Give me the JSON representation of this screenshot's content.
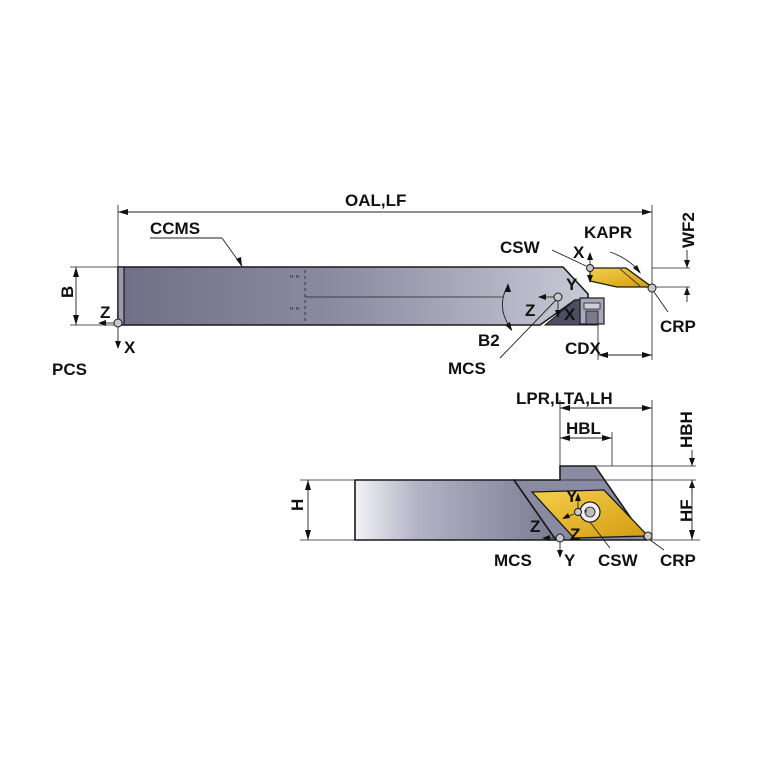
{
  "colors": {
    "shank_dark": "#6f6f87",
    "shank_light": "#d2d2de",
    "insert_gold": "#e5b020",
    "insert_dark": "#b8860b",
    "line": "#222222"
  },
  "top_view": {
    "oal_lf": "OAL,LF",
    "ccms": "CCMS",
    "csw": "CSW",
    "kapr": "KAPR",
    "wf2": "WF2",
    "b": "B",
    "z": "Z",
    "x": "X",
    "pcs": "PCS",
    "y": "Y",
    "mcs_z": "Z",
    "mcs_x": "X",
    "crp": "CRP",
    "b2": "B2",
    "mcs": "MCS",
    "cdx": "CDX",
    "csw_x": "X"
  },
  "side_view": {
    "lpr_lta_lh": "LPR,LTA,LH",
    "hbl": "HBL",
    "hbh": "HBH",
    "h": "H",
    "hf": "HF",
    "y": "Y",
    "z_left": "Z",
    "z_right": "Z",
    "mcs": "MCS",
    "mcs_y": "Y",
    "csw": "CSW",
    "crp": "CRP"
  }
}
